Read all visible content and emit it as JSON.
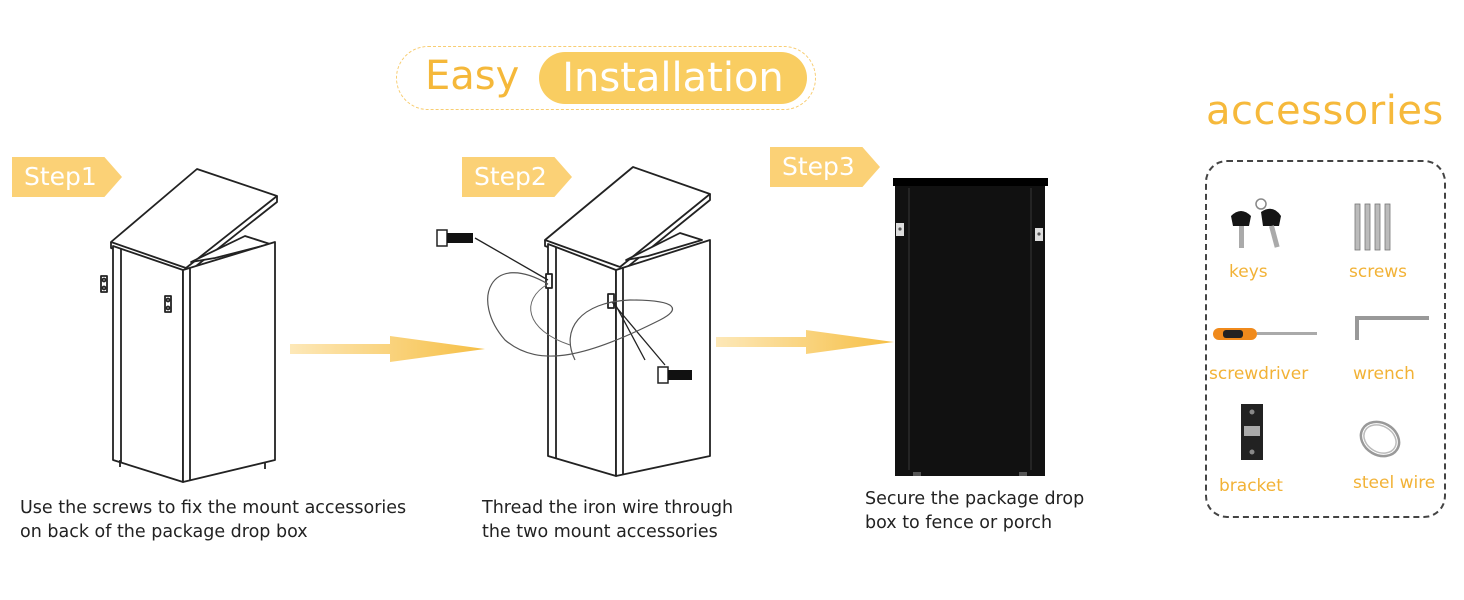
{
  "title": {
    "easy": "Easy",
    "installation": "Installation"
  },
  "steps": [
    {
      "tag": "Step1",
      "caption_line1": "Use the screws to fix the mount accessories",
      "caption_line2": "on back of the package drop box"
    },
    {
      "tag": "Step2",
      "caption_line1": "Thread the iron wire through",
      "caption_line2": "the two mount accessories"
    },
    {
      "tag": "Step3",
      "caption_line1": "Secure the package drop",
      "caption_line2": "box to fence or porch"
    }
  ],
  "accessories": {
    "title": "accessories",
    "items": [
      "keys",
      "screws",
      "screwdriver",
      "wrench",
      "bracket",
      "steel wire"
    ]
  },
  "colors": {
    "accent": "#f9cd61",
    "accent_text": "#f5b83a",
    "box_black": "#111111",
    "outline": "#222222"
  },
  "icons": [
    "keys-icon",
    "screws-icon",
    "screwdriver-icon",
    "wrench-icon",
    "bracket-icon",
    "steel-wire-icon",
    "arrow-right-icon"
  ]
}
